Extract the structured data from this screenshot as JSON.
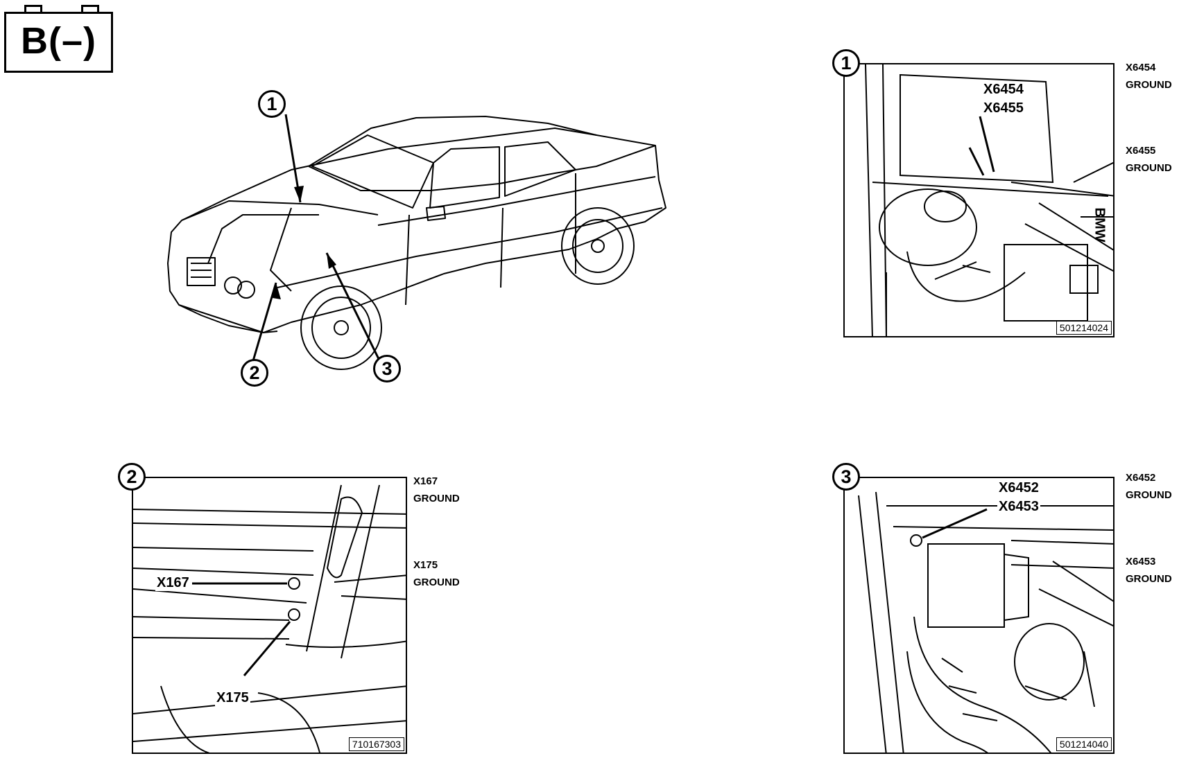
{
  "badge": {
    "label": "B(–)"
  },
  "overview": {
    "markers": [
      "1",
      "2",
      "3"
    ]
  },
  "panel1": {
    "number": "1",
    "callouts": [
      "X6454",
      "X6455"
    ],
    "side_labels": [
      {
        "code": "X6454",
        "desc": "GROUND"
      },
      {
        "code": "X6455",
        "desc": "GROUND"
      }
    ],
    "brand_text": "BMW",
    "ref_code": "501214024"
  },
  "panel2": {
    "number": "2",
    "callouts": [
      "X167",
      "X175"
    ],
    "side_labels": [
      {
        "code": "X167",
        "desc": "GROUND"
      },
      {
        "code": "X175",
        "desc": "GROUND"
      }
    ],
    "ref_code": "710167303"
  },
  "panel3": {
    "number": "3",
    "callouts": [
      "X6452",
      "X6453"
    ],
    "side_labels": [
      {
        "code": "X6452",
        "desc": "GROUND"
      },
      {
        "code": "X6453",
        "desc": "GROUND"
      }
    ],
    "ref_code": "501214040"
  }
}
